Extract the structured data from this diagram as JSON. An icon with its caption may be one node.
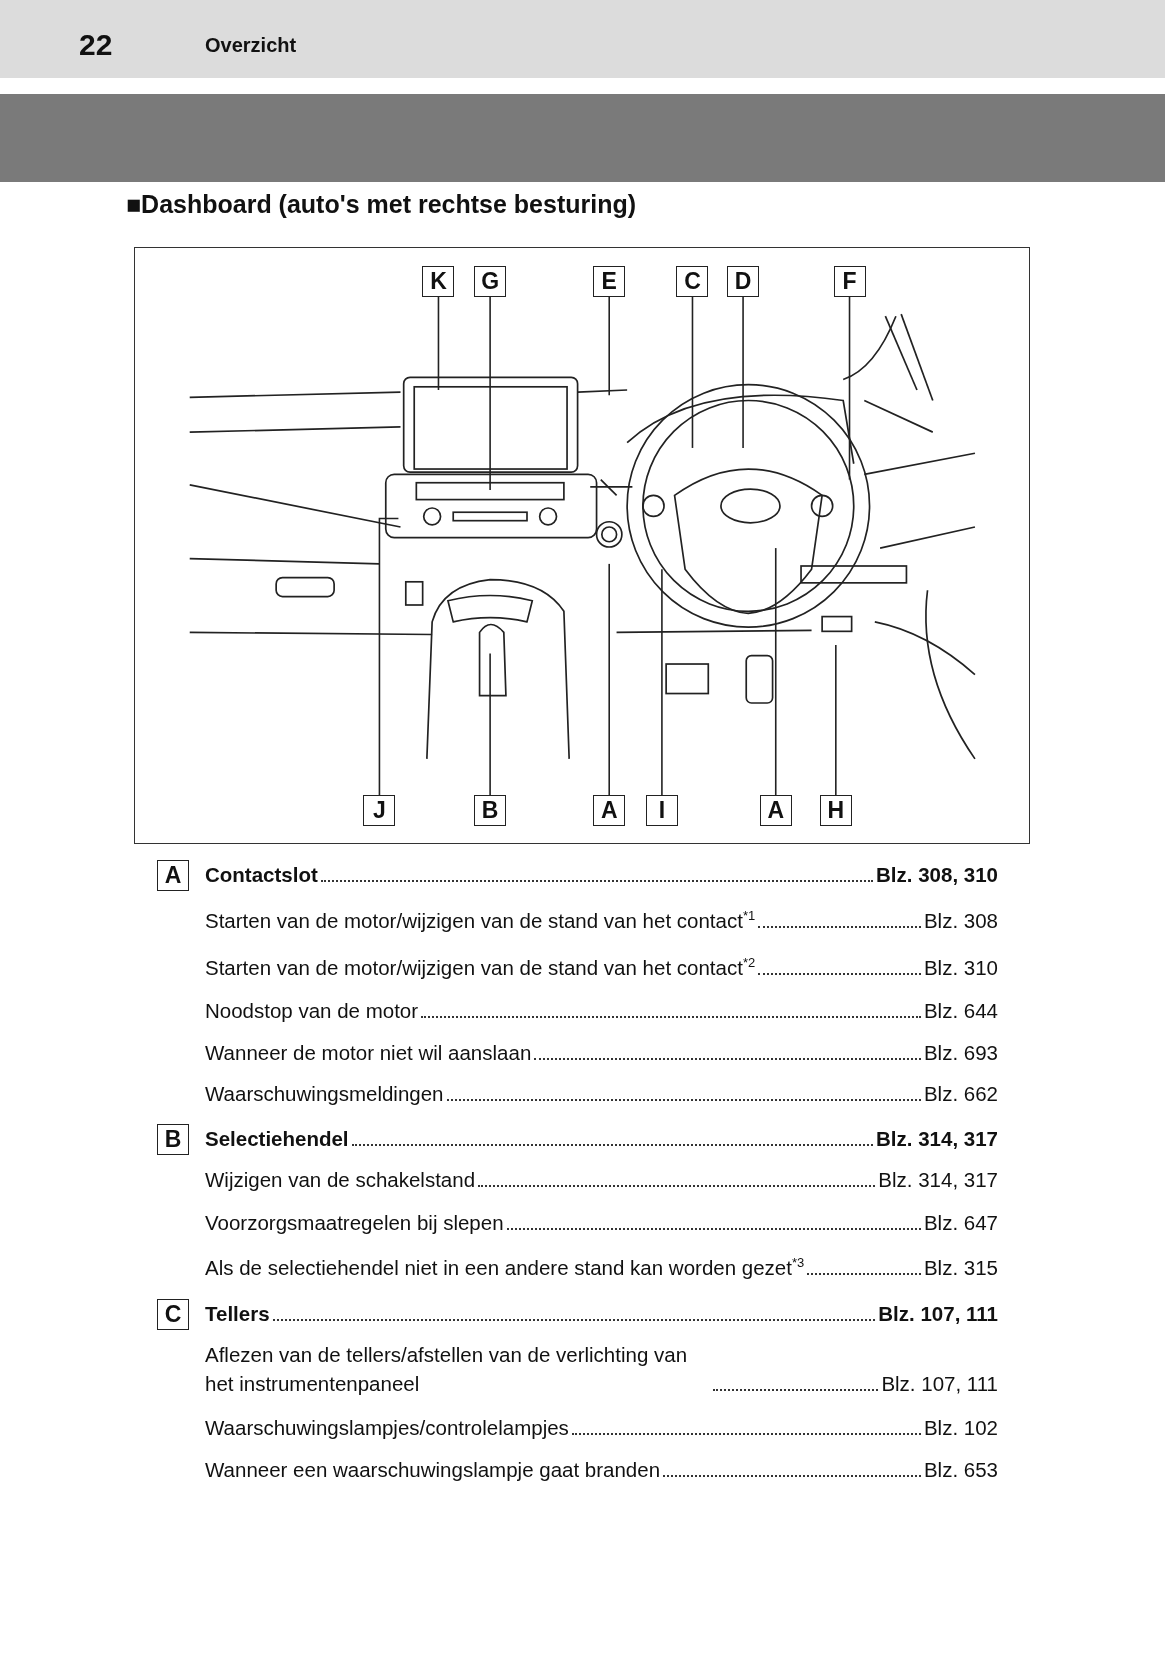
{
  "diagram": {
    "title": "■Dashboard (auto's met rechtse besturing)",
    "nodes": [
      {
        "text": [
          "K"
        ]
      },
      {
        "text": [
          "G"
        ]
      },
      {
        "text": [
          "E"
        ]
      },
      {
        "text": [
          "C"
        ]
      },
      {
        "text": [
          "D"
        ]
      },
      {
        "text": [
          "F"
        ]
      },
      {
        "text": [
          "J"
        ]
      },
      {
        "text": [
          "B"
        ]
      },
      {
        "text": [
          "A"
        ]
      },
      {
        "text": [
          "I"
        ]
      },
      {
        "text": [
          "A"
        ]
      },
      {
        "text": [
          "H"
        ]
      },
      {
        "text": [
          "A"
        ]
      },
      {
        "text": [
          "B"
        ]
      },
      {
        "text": [
          "C"
        ]
      },
      {
        "text": [],
        "shape": "bar"
      }
    ],
    "edges": [
      {
        "from": 0,
        "to": null,
        "arrow": "none"
      },
      {
        "from": 1,
        "to": null,
        "arrow": "none"
      },
      {
        "from": 2,
        "to": null,
        "arrow": "none"
      },
      {
        "from": 3,
        "to": null,
        "arrow": "none"
      },
      {
        "from": 4,
        "to": null,
        "arrow": "none"
      },
      {
        "from": 5,
        "to": null,
        "arrow": "none"
      },
      {
        "from": 6,
        "to": null,
        "arrow": "none"
      },
      {
        "from": 7,
        "to": null,
        "arrow": "none"
      },
      {
        "from": 8,
        "to": null,
        "arrow": "none"
      },
      {
        "from": 9,
        "to": null,
        "arrow": "none"
      },
      {
        "from": 10,
        "to": null,
        "arrow": "none"
      },
      {
        "from": 11,
        "to": null,
        "arrow": "none"
      }
    ],
    "labels": [
      "22",
      "Overzicht",
      "Contactslot",
      "Blz. 308, 310",
      "Starten van de motor/wijzigen van de stand van het contact$^{*1}$",
      "Blz. 308",
      "Starten van de motor/wijzigen van de stand van het contact$^{*2}$",
      "Blz. 310",
      "Noodstop van de motor",
      "Blz. 644",
      "Wanneer de motor niet wil aanslaan",
      "Blz. 693",
      "Waarschuwingsmeldingen",
      "Blz. 662",
      "Selectiehendel",
      "Blz. 314, 317",
      "Wijzigen van de schakelstand",
      "Blz. 314, 317",
      "Voorzorgsmaatregelen bij slepen",
      "Blz. 647",
      "Als de selectiehendel niet in een andere stand kan worden gezet$^{*3}$",
      "Blz. 315",
      "Tellers",
      "Blz. 107, 111",
      "Aflezen van de tellers/afstellen van de verlichting van het instrumentenpaneel",
      "Blz. 107, 111",
      "Waarschuwingslampjes/controlelampjes",
      "Blz. 102",
      "Wanneer een waarschuwingslampje gaat branden",
      "Blz. 653"
    ]
  }
}
